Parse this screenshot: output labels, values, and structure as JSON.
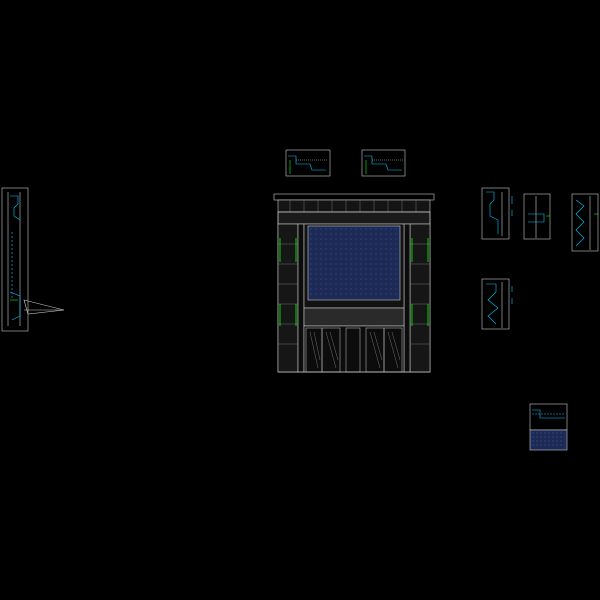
{
  "drawing": {
    "background": "#000000",
    "line_color": "#c8c8c8",
    "detail_color": "#00c8ff",
    "accent_color": "#00ff00",
    "panel_fill": "#1c2a55",
    "panel_dot": "#3a4f8a",
    "sheet_items": [
      "left-side-section",
      "cornice-detail-1",
      "cornice-detail-2",
      "main-facade-elevation",
      "section-detail-a",
      "section-detail-b",
      "section-detail-c",
      "section-detail-d",
      "panel-detail"
    ]
  }
}
